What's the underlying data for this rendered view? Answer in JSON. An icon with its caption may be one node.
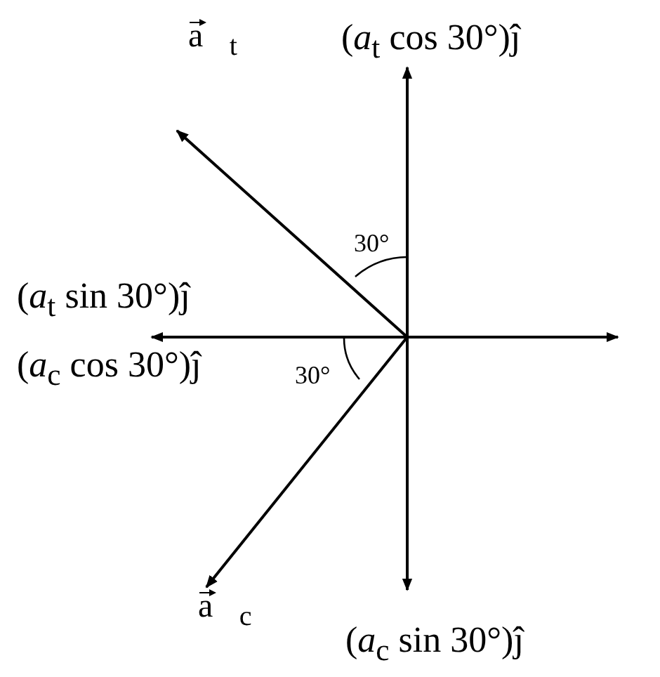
{
  "diagram": {
    "labels": [
      "a⃗$_{t}$",
      "(*a*$_{t}$ cos 30°)ĵ",
      "30°",
      "(*a*$_{t}$ sin 30°)ĵ",
      "(*a*$_{c}$ cos 30°)ĵ",
      "30°",
      "a⃗$_{c}$",
      "(*a*$_{c}$ sin 30°)ĵ"
    ]
  }
}
